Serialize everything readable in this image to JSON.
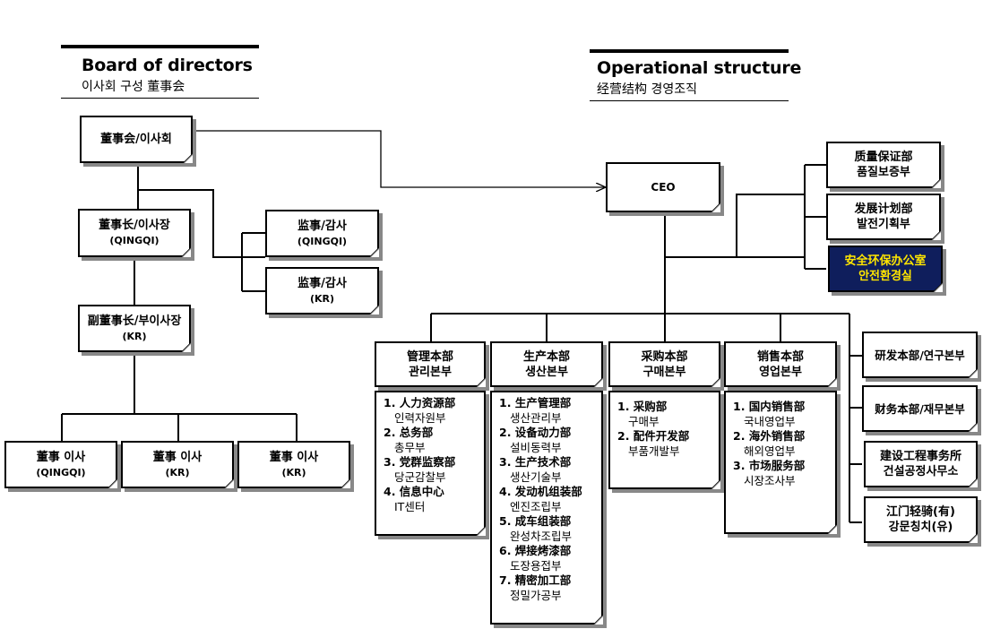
{
  "headers": {
    "board": {
      "title": "Board of directors",
      "subtitle": "이사회 구성   董事会"
    },
    "operational": {
      "title": "Operational structure",
      "subtitle": "经营结构 경영조직"
    }
  },
  "board": {
    "top": "董事会/이사회",
    "chairman": {
      "line1": "董事长/이사장",
      "line2": "(QINGQI)"
    },
    "vice_chairman": {
      "line1": "副董事长/부이사장",
      "line2": "(KR)"
    },
    "supervisors": [
      {
        "line1": "监事/감사",
        "line2": "(QINGQI)"
      },
      {
        "line1": "监事/감사",
        "line2": "(KR)"
      }
    ],
    "directors": [
      {
        "line1": "董事 이사",
        "line2": "(QINGQI)"
      },
      {
        "line1": "董事 이사",
        "line2": "(KR)"
      },
      {
        "line1": "董事 이사",
        "line2": "(KR)"
      }
    ]
  },
  "operational": {
    "ceo": "CEO",
    "offices": [
      {
        "line1": "质量保证部",
        "line2": "품질보증부"
      },
      {
        "line1": "发展计划部",
        "line2": "발전기획부"
      },
      {
        "line1": "安全环保办公室",
        "line2": "안전환경실"
      }
    ],
    "divisions": [
      {
        "line1": "管理本部",
        "line2": "관리본부"
      },
      {
        "line1": "生产本部",
        "line2": "생산본부"
      },
      {
        "line1": "采购本部",
        "line2": "구매본부"
      },
      {
        "line1": "销售本部",
        "line2": "영업본부"
      }
    ],
    "division_lists": [
      [
        {
          "cn": "1. 人力资源部",
          "kr": "인력자원부"
        },
        {
          "cn": "2. 总务部",
          "kr": "총무부"
        },
        {
          "cn": "3. 党群监察部",
          "kr": "당군감찰부"
        },
        {
          "cn": "4. 信息中心",
          "kr": "IT센터"
        }
      ],
      [
        {
          "cn": "1. 生产管理部",
          "kr": "생산관리부"
        },
        {
          "cn": "2. 设备动力部",
          "kr": "설비동력부"
        },
        {
          "cn": "3. 生产技术部",
          "kr": "생산기술부"
        },
        {
          "cn": "4. 发动机组装部",
          "kr": "엔진조립부"
        },
        {
          "cn": "5. 成车组装部",
          "kr": "완성차조립부"
        },
        {
          "cn": "6. 焊接烤漆部",
          "kr": "도장용접부"
        },
        {
          "cn": "7. 精密加工部",
          "kr": "정밀가공부"
        }
      ],
      [
        {
          "cn": "1. 采购部",
          "kr": "구매부"
        },
        {
          "cn": "2. 配件开发部",
          "kr": "부품개발부"
        }
      ],
      [
        {
          "cn": "1. 国内销售部",
          "kr": "국내영업부"
        },
        {
          "cn": "2. 海外销售部",
          "kr": "해외영업부"
        },
        {
          "cn": "3. 市场服务部",
          "kr": "시장조사부"
        }
      ]
    ],
    "right_units": [
      {
        "line1": "研发本部/연구본부"
      },
      {
        "line1": "财务本部/재무본부"
      },
      {
        "line1": "建设工程事务所",
        "line2": "건설공정사무소"
      },
      {
        "line1": "江门轻骑(有)",
        "line2": "강문칭치(유)"
      }
    ]
  }
}
